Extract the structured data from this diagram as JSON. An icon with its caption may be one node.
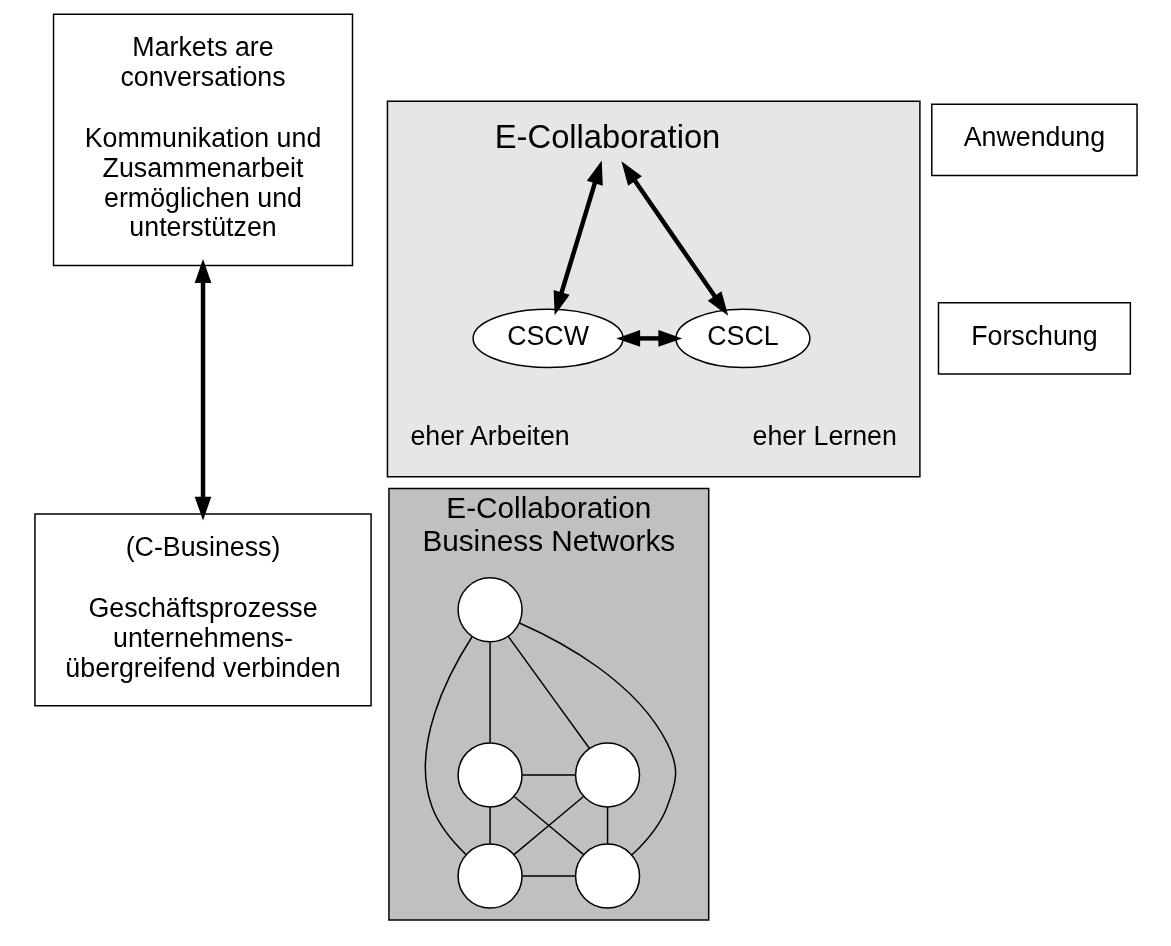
{
  "diagram": {
    "nodes": [
      {
        "text": [
          "Markets are conversations",
          "Kommunikation und Zusammenarbeit ermöglichen und unterstützen"
        ]
      },
      {
        "text": [
          "(C-Business)",
          "Geschäftsprozesse unternehmens- übergreifend verbinden"
        ]
      },
      {
        "text": [],
        "shape": "box"
      },
      {
        "text": [
          "E-Collaboration"
        ],
        "in": 2
      },
      {
        "text": [
          "CSCW"
        ],
        "in": 2,
        "beside": [
          "eher Arbeiten"
        ]
      },
      {
        "text": [
          "CSCL"
        ],
        "in": 2,
        "beside": [
          "eher Lernen"
        ]
      },
      {
        "text": [
          "Anwendung"
        ]
      },
      {
        "text": [
          "Forschung"
        ]
      },
      {
        "text": [
          "E-Collaboration",
          "Business Networks"
        ]
      },
      {
        "text": [],
        "shape": "circle",
        "in": 8
      },
      {
        "text": [],
        "shape": "circle",
        "in": 8
      },
      {
        "text": [],
        "shape": "circle",
        "in": 8
      },
      {
        "text": [],
        "shape": "circle",
        "in": 8
      },
      {
        "text": [],
        "shape": "circle",
        "in": 8
      }
    ],
    "edges": [
      {
        "from": 0,
        "to": 1,
        "arrow": "both",
        "style": "thick"
      },
      {
        "from": 3,
        "to": 4,
        "arrow": "both",
        "style": "thick"
      },
      {
        "from": 3,
        "to": 5,
        "arrow": "both",
        "style": "thick"
      },
      {
        "from": 4,
        "to": 5,
        "arrow": "both",
        "style": "thick"
      },
      {
        "from": 9,
        "to": 10,
        "arrow": "none"
      },
      {
        "from": 9,
        "to": 11,
        "arrow": "none"
      },
      {
        "from": 9,
        "to": 12,
        "arrow": "none"
      },
      {
        "from": 9,
        "to": 13,
        "arrow": "none"
      },
      {
        "from": 10,
        "to": 11,
        "arrow": "none"
      },
      {
        "from": 10,
        "to": 12,
        "arrow": "none"
      },
      {
        "from": 10,
        "to": 13,
        "arrow": "none"
      },
      {
        "from": 11,
        "to": 12,
        "arrow": "none"
      },
      {
        "from": 11,
        "to": 13,
        "arrow": "none"
      },
      {
        "from": 12,
        "to": 13,
        "arrow": "none"
      }
    ]
  }
}
